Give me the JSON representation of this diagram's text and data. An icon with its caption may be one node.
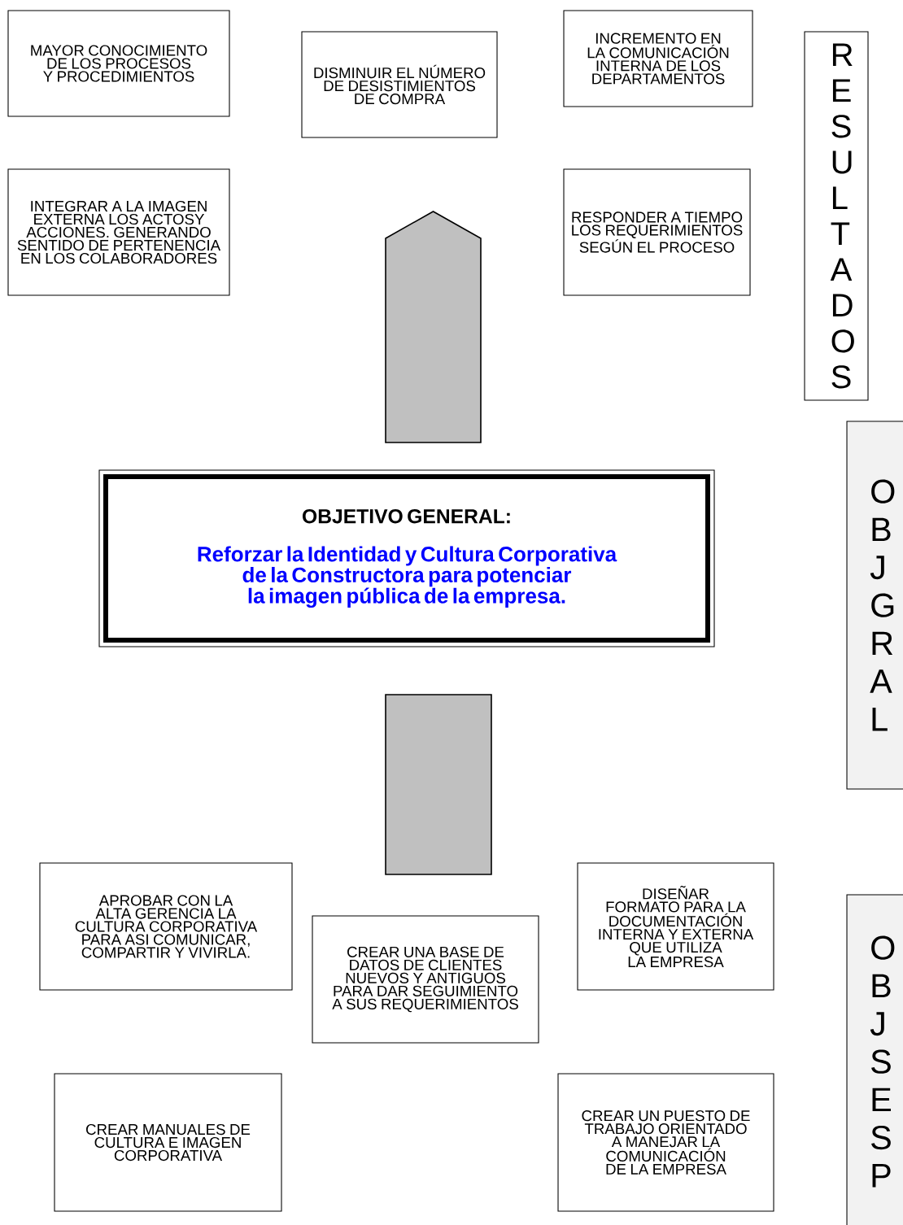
{
  "diagram": {
    "nodes": [
      {
        "text": [
          "MAYOR CONOCIMIENTO DE LOS PROCESOS Y PROCEDIMIENTOS"
        ]
      },
      {
        "text": [
          "DISMINUIR EL NÚMERO DE DESISTIMIENTOS DE COMPRA"
        ]
      },
      {
        "text": [
          "INCREMENTO EN LA COMUNICACIÓN INTERNA DE LOS DEPARTAMENTOS"
        ]
      },
      {
        "text": [
          "RESULTADOS"
        ]
      },
      {
        "text": [
          "INTEGRAR A LA IMAGEN EXTERNA LOS ACTOSY ACCIONES. GENERANDO SENTIDO DE PERTENENCIA EN LOS COLABORADORES"
        ]
      },
      {
        "text": [
          "RESPONDER A TIEMPO LOS REQUERIMIENTOS SEGÚN EL PROCESO"
        ]
      },
      {
        "text": [],
        "shape": "arrow"
      },
      {
        "text": [
          "OBJ GRAL"
        ]
      },
      {
        "text": [
          "OBJETIVO GENERAL:",
          "Reforzar la Identidad y Cultura Corporativa  de la Constructora para potenciar la imagen pública de la empresa."
        ]
      },
      {
        "text": [],
        "shape": "bar"
      },
      {
        "text": [
          "APROBAR CON LA  ALTA GERENCIA LA CULTURA CORPORATIVA PARA ASI COMUNICAR, COMPARTIR Y VIVIRLA."
        ]
      },
      {
        "text": [
          "DISEÑAR FORMATO PARA LA DOCUMENTACIÓN INTERNA Y EXTERNA QUE UTILIZA LA EMPRESA"
        ]
      },
      {
        "text": [
          "CREAR UNA BASE DE DATOS DE CLIENTES NUEVOS Y ANTIGUOS PARA DAR SEGUIMIENTO A SUS REQUERIMIENTOS"
        ]
      },
      {
        "text": [
          "OBJS ESP"
        ]
      },
      {
        "text": [
          "CREAR MANUALES DE CULTURA E IMAGEN CORPORATIVA"
        ]
      },
      {
        "text": [
          "CREAR UN PUESTO DE TRABAJO ORIENTADO A MANEJAR LA COMUNICACIÓN DE LA EMPRESA"
        ]
      }
    ]
  }
}
